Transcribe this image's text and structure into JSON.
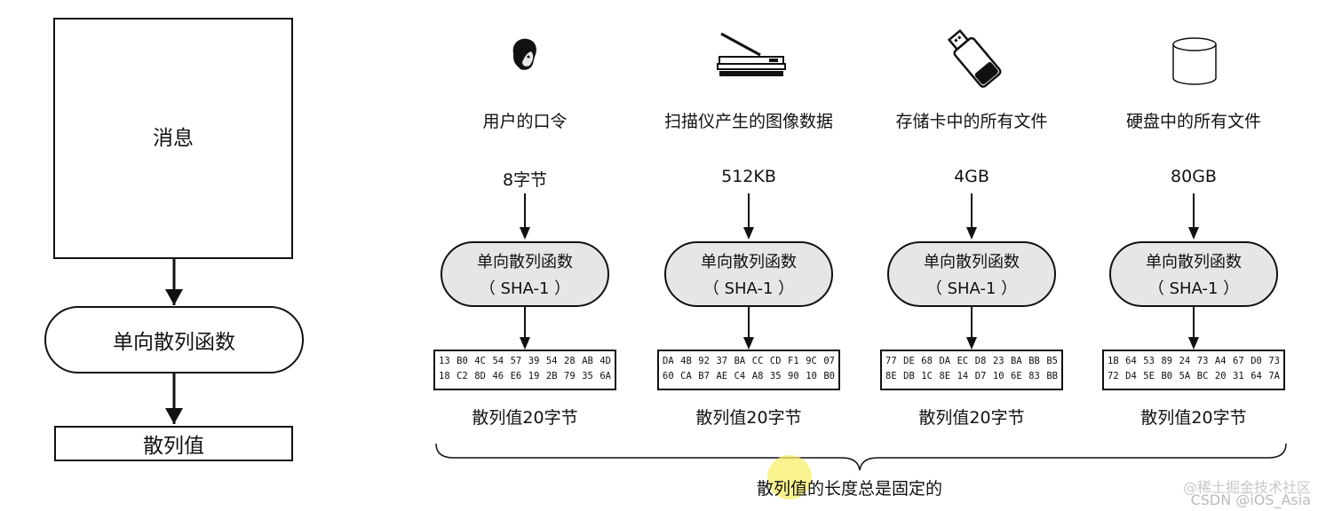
{
  "left": {
    "message": "消息",
    "function": "单向散列函数",
    "hash": "散列值"
  },
  "columns": [
    {
      "icon": "person-head-icon",
      "title": "用户的口令",
      "size": "8字节",
      "func": "单向散列函数",
      "algo": "（ SHA-1 ）",
      "hash_line1": "13 B0 4C 54 57 39 54 28 AB 4D",
      "hash_line2": "18 C2 8D 46 E6 19 2B 79 35 6A",
      "hash_len": "散列值20字节"
    },
    {
      "icon": "scanner-icon",
      "title": "扫描仪产生的图像数据",
      "size": "512KB",
      "func": "单向散列函数",
      "algo": "（ SHA-1 ）",
      "hash_line1": "DA 4B 92 37 BA CC CD F1 9C 07",
      "hash_line2": "60 CA B7 AE C4 A8 35 90 10 B0",
      "hash_len": "散列值20字节"
    },
    {
      "icon": "usb-drive-icon",
      "title": "存储卡中的所有文件",
      "size": "4GB",
      "func": "单向散列函数",
      "algo": "（ SHA-1 ）",
      "hash_line1": "77 DE 68 DA EC D8 23 BA BB B5",
      "hash_line2": "8E DB 1C 8E 14 D7 10 6E 83 BB",
      "hash_len": "散列值20字节"
    },
    {
      "icon": "disk-cylinder-icon",
      "title": "硬盘中的所有文件",
      "size": "80GB",
      "func": "单向散列函数",
      "algo": "（ SHA-1 ）",
      "hash_line1": "1B 64 53 89 24 73 A4 67 D0 73",
      "hash_line2": "72 D4 5E B0 5A BC 20 31 64 7A",
      "hash_len": "散列值20字节"
    }
  ],
  "caption": "散列值的长度总是固定的",
  "watermark": "@稀土掘金技术社区",
  "watermark2": "CSDN @iOS_Asia",
  "colors": {
    "pill_fill": "#e6e6e6",
    "line": "#111111",
    "highlight": "#f5ef6a"
  }
}
